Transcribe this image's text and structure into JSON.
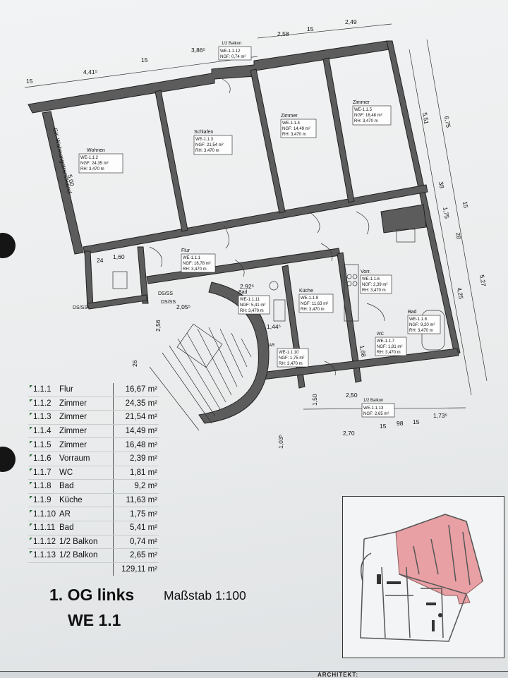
{
  "rooms": [
    {
      "name": "Wohnen",
      "id": "WE-1.1.2",
      "ngf": "NGF: 24,35 m²",
      "rh": "RH: 3,470 m"
    },
    {
      "name": "Schlafen",
      "id": "WE-1.1.3",
      "ngf": "NGF: 21,54 m²",
      "rh": "RH: 3,470 m"
    },
    {
      "name": "Zimmer",
      "id": "WE-1.1.4",
      "ngf": "NGF: 14,49 m²",
      "rh": "RH: 3,470 m"
    },
    {
      "name": "Zimmer",
      "id": "WE-1.1.5",
      "ngf": "NGF: 16,48 m²",
      "rh": "RH: 3,470 m"
    },
    {
      "name": "1/2 Balkon",
      "id": "WE-1.1.12",
      "ngf": "NGF: 0,74 m²",
      "rh": ""
    },
    {
      "name": "Flur",
      "id": "WE-1.1.1",
      "ngf": "NGF: 16,78 m²",
      "rh": "RH: 3,470 m"
    },
    {
      "name": "Vorr.",
      "id": "WE-1.1.6",
      "ngf": "NGF: 2,39 m²",
      "rh": "RH: 3,470 m"
    },
    {
      "name": "Bad",
      "id": "WE-1.1.11",
      "ngf": "NGF: 5,41 m²",
      "rh": "RH: 3,470 m"
    },
    {
      "name": "Küche",
      "id": "WE-1.1.9",
      "ngf": "NGF: 11,63 m²",
      "rh": "RH: 3,470 m"
    },
    {
      "name": "Bad",
      "id": "WE-1.1.8",
      "ngf": "NGF: 9,20 m²",
      "rh": "RH: 3,470 m"
    },
    {
      "name": "WC",
      "id": "WE-1.1.7",
      "ngf": "NGF: 1,81 m²",
      "rh": "RH: 3,470 m"
    },
    {
      "name": "AR",
      "id": "WE-1.1.10",
      "ngf": "NGF: 1,75 m²",
      "rh": "RH: 3,470 m"
    },
    {
      "name": "1/2 Balkon",
      "id": "WE-1.1.13",
      "ngf": "NGF: 2,65 m²",
      "rh": ""
    }
  ],
  "plan_labels": {
    "party_wall": "GK-Wohnungstrennwand",
    "ds_ss_1": "DS/SS",
    "ds_ss_2": "DS/SS",
    "ds_ss_3": "DS/SS"
  },
  "dimensions": {
    "d_15_a": "15",
    "d_441": "4,41⁵",
    "d_15_b": "15",
    "d_386": "3,86⁵",
    "d_258": "2,58",
    "d_15_c": "15",
    "d_249": "2,49",
    "d_551": "5,51",
    "d_675": "6,75",
    "d_38": "38",
    "d_15_d": "15",
    "d_175": "1,75",
    "d_28": "28",
    "d_527": "5,27",
    "d_425": "4,25",
    "d_500": "5,00",
    "d_160": "1,60",
    "d_24": "24",
    "d_292": "2,92⁵",
    "d_205": "2,05⁵",
    "d_256": "2,56",
    "d_144": "1,44⁵",
    "d_168": "1,68",
    "d_250": "2,50",
    "d_150": "1,50",
    "d_270": "2,70",
    "d_15_e": "15",
    "d_98": "98",
    "d_15_f": "15",
    "d_173": "1,73⁵",
    "d_103": "1,03⁵",
    "d_26": "26"
  },
  "area_table": {
    "rows": [
      {
        "num": "1.1.1",
        "name": "Flur",
        "area": "16,67 m²"
      },
      {
        "num": "1.1.2",
        "name": "Zimmer",
        "area": "24,35 m²"
      },
      {
        "num": "1.1.3",
        "name": "Zimmer",
        "area": "21,54 m²"
      },
      {
        "num": "1.1.4",
        "name": "Zimmer",
        "area": "14,49 m²"
      },
      {
        "num": "1.1.5",
        "name": "Zimmer",
        "area": "16,48 m²"
      },
      {
        "num": "1.1.6",
        "name": "Vorraum",
        "area": "2,39 m²"
      },
      {
        "num": "1.1.7",
        "name": "WC",
        "area": "1,81 m²"
      },
      {
        "num": "1.1.8",
        "name": "Bad",
        "area": "9,2 m²"
      },
      {
        "num": "1.1.9",
        "name": "Küche",
        "area": "11,63 m²"
      },
      {
        "num": "1.1.10",
        "name": "AR",
        "area": "1,75 m²"
      },
      {
        "num": "1.1.11",
        "name": "Bad",
        "area": "5,41 m²"
      },
      {
        "num": "1.1.12",
        "name": "1/2 Balkon",
        "area": "0,74 m²"
      },
      {
        "num": "1.1.13",
        "name": "1/2 Balkon",
        "area": "2,65 m²"
      }
    ],
    "total": "129,11 m²"
  },
  "title": {
    "line1": "1. OG links",
    "line2": "WE 1.1",
    "scale": "Maßstab 1:100"
  },
  "footer": {
    "label": "ARCHITEKT:"
  },
  "colors": {
    "highlight": "#e8a0a4",
    "wall": "#5c5c5c",
    "marker": "#2b6b3a"
  }
}
